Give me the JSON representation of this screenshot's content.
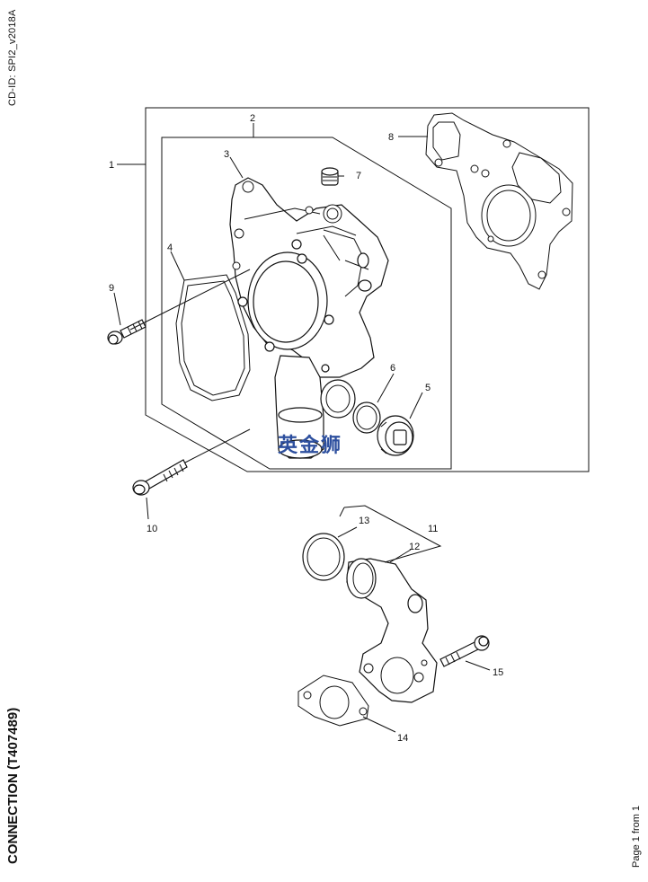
{
  "document": {
    "cd_id": "CD-ID: SPI2_v2018A",
    "title": "CONNECTION (T407489)",
    "page": "Page 1 from 1",
    "watermark": "英金狮"
  },
  "callouts": [
    "1",
    "2",
    "3",
    "4",
    "5",
    "6",
    "7",
    "8",
    "9",
    "10",
    "11",
    "12",
    "13",
    "14",
    "15"
  ]
}
